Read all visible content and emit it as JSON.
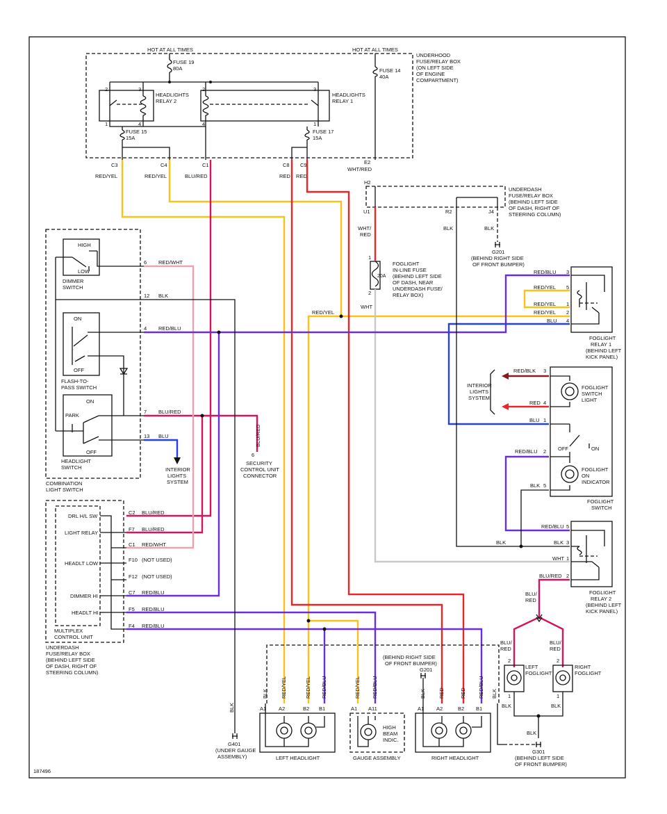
{
  "colors": {
    "red": "#e8262a",
    "yellow": "#f7c21a",
    "blue": "#2440e6",
    "purple": "#6a2ed8",
    "crimson": "#d1155e",
    "pink": "#eba3ad",
    "gray": "#c8c8c8",
    "black": "#111111"
  },
  "figure_id": "187496",
  "underhood": {
    "hot1": "HOT AT ALL TIMES",
    "hot2": "HOT AT ALL TIMES",
    "fuse19": "FUSE 19",
    "fuse19_amp": "80A",
    "fuse14": "FUSE 14",
    "fuse14_amp": "40A",
    "fuse15": "FUSE 15",
    "fuse15_amp": "15A",
    "fuse17": "FUSE 17",
    "fuse17_amp": "15A",
    "relay2": [
      "HEADLIGHTS",
      "RELAY 2"
    ],
    "relay1": [
      "HEADLIGHTS",
      "RELAY 1"
    ],
    "box_label": [
      "UNDERHOOD",
      "FUSE/RELAY BOX",
      "(ON LEFT SIDE",
      "OF ENGINE",
      "COMPARTMENT)"
    ],
    "pins": {
      "p2a": "2",
      "p3a": "3",
      "p1a": "1",
      "p4a": "4",
      "p2b": "2",
      "p3b": "3",
      "p1b": "1",
      "p4b": "4"
    },
    "conn": {
      "c3": "C3",
      "c4": "C4",
      "c1": "C1",
      "c8": "C8",
      "c9": "C9",
      "e2": "E2"
    }
  },
  "wire_labels": {
    "c3": "RED/YEL",
    "c4": "RED/YEL",
    "c1": "BLU/RED",
    "c8": "RED",
    "c9": "RED",
    "e2": "WHT/RED",
    "u1": [
      "WHT/",
      "RED"
    ],
    "r2": "BLK",
    "j4": "BLK",
    "wht": "WHT"
  },
  "underdash_top": {
    "h2": "H2",
    "u1": "U1",
    "r2": "R2",
    "j4": "J4",
    "label": [
      "UNDERDASH",
      "FUSE/RELAY BOX",
      "(BEHIND LEFT SIDE",
      "OF DASH, RIGHT OF",
      "STEERING COLUMN)"
    ],
    "g201": "G201",
    "g201_loc": [
      "(BEHIND RIGHT SIDE",
      "OF FRONT BUMPER)"
    ]
  },
  "inline_fuse": {
    "amp": "20A",
    "pin1": "1",
    "pin2": "2",
    "label": [
      "FOGLIGHT",
      "IN-LINE FUSE",
      "(BEHIND LEFT SIDE",
      "OF DASH, NEAR",
      "UNDERDASH FUSE/",
      "RELAY BOX)"
    ]
  },
  "combination": {
    "high": "HIGH",
    "low": "LOW",
    "dimmer": [
      "DIMMER",
      "SWITCH"
    ],
    "on": "ON",
    "off": "OFF",
    "flash": [
      "FLASH-TO-",
      "PASS SWITCH"
    ],
    "park": "PARK",
    "on2": "ON",
    "off2": "OFF",
    "headlight_sw": [
      "HEADLIGHT",
      "SWITCH"
    ],
    "label": [
      "COMBINATION",
      "LIGHT SWITCH"
    ],
    "pins": {
      "p6": "6",
      "p12": "12",
      "p4": "4",
      "p7": "7",
      "p13": "13"
    },
    "wires": {
      "p6": "RED/WHT",
      "p12": "BLK",
      "p4": "RED/BLU",
      "p7": "BLU/RED",
      "p13": "BLU"
    }
  },
  "interior1": [
    "INTERIOR",
    "LIGHTS",
    "SYSTEM"
  ],
  "security": {
    "wire": "BLU/RED",
    "pin": "6",
    "label": [
      "SECURITY",
      "CONTROL UNIT",
      "CONNECTOR"
    ]
  },
  "mid_red_yel": "RED/YEL",
  "multiplex": {
    "rows": [
      {
        "name": "DRL H/L SW",
        "pin": "C2",
        "wire": "BLU/RED"
      },
      {
        "name": "LIGHT RELAY",
        "pin": "F7",
        "wire": "BLU/RED"
      },
      {
        "name": "",
        "pin": "C1",
        "wire": "RED/WHT"
      },
      {
        "name": "HEADLT LOW",
        "pin": "F10",
        "wire": "(NOT USED)"
      },
      {
        "name": "",
        "pin": "F12",
        "wire": "(NOT USED)"
      },
      {
        "name": "DIMMER HI",
        "pin": "C7",
        "wire": "RED/BLU"
      },
      {
        "name": "HEADLT HI",
        "pin": "F5",
        "wire": "RED/BLU"
      },
      {
        "name": "",
        "pin": "F4",
        "wire": "RED/BLU"
      }
    ],
    "label": [
      "MULTIPLEX",
      "CONTROL UNIT"
    ],
    "box_label": [
      "UNDERDASH",
      "FUSE/RELAY BOX",
      "(BEHIND LEFT SIDE",
      "OF DASH, RIGHT OF",
      "STEERING COLUMN)"
    ]
  },
  "relay1_fog": {
    "pins": {
      "p3": "3",
      "p5": "5",
      "p1": "1",
      "p2": "2",
      "p4": "4"
    },
    "wires": {
      "p3": "RED/BLU",
      "p5": "RED/YEL",
      "p1": "RED/YEL",
      "p2": "RED/YEL",
      "p4": "BLU"
    },
    "label": [
      "FOGLIGHT",
      "RELAY 1",
      "(BEHIND LEFT",
      "KICK PANEL)"
    ]
  },
  "fog_switch": {
    "interior": [
      "INTERIOR",
      "LIGHTS",
      "SYSTEM"
    ],
    "wires": {
      "p3": "RED/BLK",
      "p4": "RED",
      "p1": "BLU",
      "p2": "RED/BLU",
      "p5": "BLK"
    },
    "pins": {
      "p3": "3",
      "p4": "4",
      "p1": "1",
      "p2": "2",
      "p5": "5"
    },
    "light": [
      "FOGLIGHT",
      "SWITCH",
      "LIGHT"
    ],
    "off": "OFF",
    "on": "ON",
    "indicator": [
      "FOGLIGHT",
      "ON",
      "INDICATOR"
    ],
    "label": [
      "FOGLIGHT",
      "SWITCH"
    ]
  },
  "relay2_fog": {
    "pins": {
      "p5": "5",
      "p3": "3",
      "p1": "1",
      "p2": "2"
    },
    "wires": {
      "p5": "RED/BLU",
      "p3": "BLK",
      "p1": "WHT",
      "p2": "BLU/RED",
      "left_blk": "BLK"
    },
    "label": [
      "FOGLIGHT",
      "RELAY 2",
      "(BEHIND LEFT",
      "KICK PANEL)"
    ]
  },
  "foglights": {
    "split_wire": [
      "BLU/",
      "RED"
    ],
    "left_wire": [
      "BLU/",
      "RED"
    ],
    "right_wire": [
      "BLU/",
      "RED"
    ],
    "left": [
      "LEFT",
      "FOGLIGHT"
    ],
    "right": [
      "RIGHT",
      "FOGLIGHT"
    ],
    "pin2l": "2",
    "pin1l": "1",
    "pin2r": "2",
    "pin1r": "1",
    "blk_l": "BLK",
    "blk_r": "BLK",
    "blk_c": "BLK",
    "g301": "G301",
    "g301_loc": [
      "(BEHIND LEFT SIDE",
      "OF FRONT BUMPER)"
    ]
  },
  "bottom": {
    "left_wires": [
      "BLK",
      "RED/YEL",
      "RED/YEL",
      "RED/BLU"
    ],
    "left_pins": [
      "A1",
      "A2",
      "B2",
      "B1"
    ],
    "gauge_wires": [
      "RED/YEL",
      "RED/BLU"
    ],
    "gauge_pins": [
      "A1",
      "A11"
    ],
    "right_wires": [
      "BLK",
      "RED",
      "RED",
      "RED/BLU"
    ],
    "right_pins": [
      "A1",
      "A2",
      "B2",
      "B1"
    ],
    "blk_right": "BLK",
    "left_headlight": "LEFT HEADLIGHT",
    "gauge": "GAUGE ASSEMBLY",
    "right_headlight": "RIGHT HEADLIGHT",
    "high_beam": [
      "HIGH",
      "BEAM",
      "INDIC."
    ],
    "blk_g401": "BLK",
    "g401": "G401",
    "g401_loc": [
      "(UNDER GAUGE",
      "ASSEMBLY)"
    ],
    "g201b": "G201",
    "g201b_loc": [
      "(BEHIND RIGHT SIDE",
      "OF FRONT BUMPER)"
    ]
  }
}
